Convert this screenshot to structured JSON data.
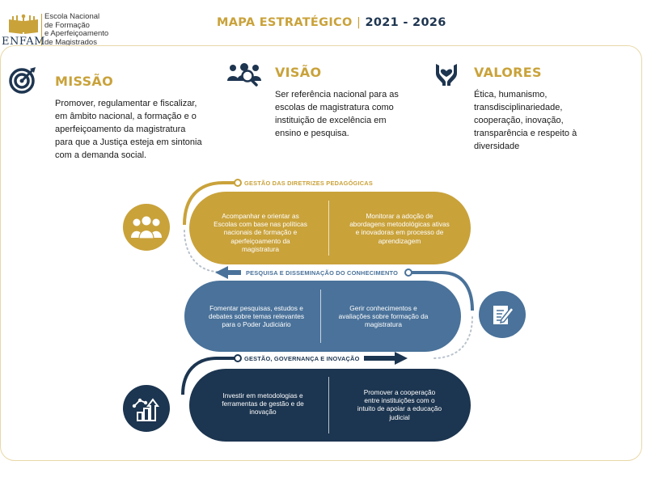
{
  "header": {
    "logo_text_lines": [
      "Escola Nacional",
      "de Formação",
      "e Aperfeiçoamento",
      "de Magistrados"
    ],
    "logo_wordmark": "ENFAM",
    "title": "MAPA ESTRATÉGICO",
    "title_sep": "|",
    "title_years": "2021 - 2026"
  },
  "missao": {
    "icon": "target-icon",
    "heading": "MISSÃO",
    "text_lines": [
      "Promover, regulamentar e fiscalizar,",
      "em âmbito nacional, a formação e o",
      "aperfeiçoamento da magistratura",
      "para que a Justiça esteja em sintonia",
      "com a demanda social."
    ]
  },
  "visao": {
    "icon": "team-search-icon",
    "heading": "VISÃO",
    "text_lines": [
      "Ser referência nacional para as",
      "escolas de magistratura como",
      "instituição de excelência em",
      "ensino e pesquisa."
    ]
  },
  "valores": {
    "icon": "hands-heart-icon",
    "heading": "VALORES",
    "text_lines": [
      "Ética, humanismo,",
      "transdisciplinariedade,",
      "cooperação, inovação,",
      "transparência e respeito à",
      "diversidade"
    ]
  },
  "bands": [
    {
      "label": "GESTÃO DAS DIRETRIZES PEDAGÓGICAS",
      "icon": "group-icon",
      "color": "#c9a23a",
      "left_lines": [
        "Acompanhar e orientar as",
        "Escolas com base nas políticas",
        "nacionais de formação e",
        "aperfeiçoamento da",
        "magistratura"
      ],
      "right_lines": [
        "Monitorar a adoção de",
        "abordagens metodológicas ativas",
        "e inovadoras em processo de",
        "aprendizagem"
      ]
    },
    {
      "label": "PESQUISA E DISSEMINAÇÃO DO CONHECIMENTO",
      "icon": "document-pen-icon",
      "color": "#4a729a",
      "left_lines": [
        "Fomentar pesquisas, estudos e",
        "debates sobre temas  relevantes",
        "para o Poder Judiciário"
      ],
      "right_lines": [
        "Gerir conhecimentos e",
        "avaliações sobre formação da",
        "magistratura"
      ]
    },
    {
      "label": "GESTÃO, GOVERNANÇA E INOVAÇÃO",
      "icon": "growth-chart-icon",
      "color": "#1c3550",
      "left_lines": [
        "Investir em metodologias e",
        "ferramentas de gestão e de",
        "inovação"
      ],
      "right_lines": [
        "Promover a cooperação",
        "entre instituições com o",
        "intuito de apoiar a educação",
        "judicial"
      ]
    }
  ],
  "colors": {
    "gold": "#c9a23a",
    "blue": "#4a729a",
    "navy": "#1c3550",
    "frame": "#e8d8a8"
  }
}
